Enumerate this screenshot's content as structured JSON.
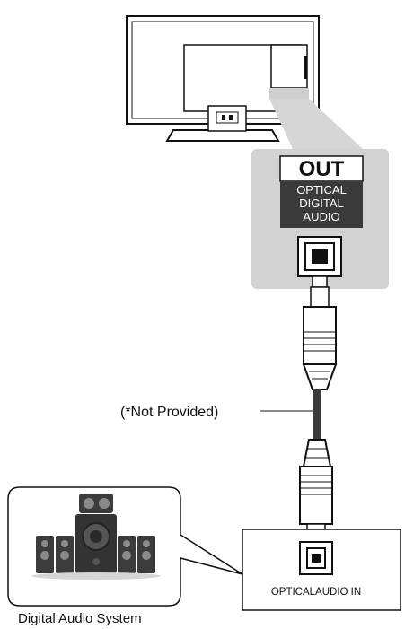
{
  "tv_port": {
    "direction": "OUT",
    "name_lines": [
      "OPTICAL",
      "DIGITAL",
      "AUDIO"
    ]
  },
  "cable": {
    "label": "(*Not Provided)"
  },
  "receiver": {
    "port_label": "OPTICALAUDIO IN"
  },
  "system": {
    "caption": "Digital Audio System"
  },
  "icons": [
    "tv-icon",
    "speaker-system-icon",
    "optical-plug-icon",
    "optical-port-icon"
  ],
  "colors": {
    "panel": "#d2d2d2",
    "label_band": "#3a3a3a",
    "line": "#111111"
  }
}
